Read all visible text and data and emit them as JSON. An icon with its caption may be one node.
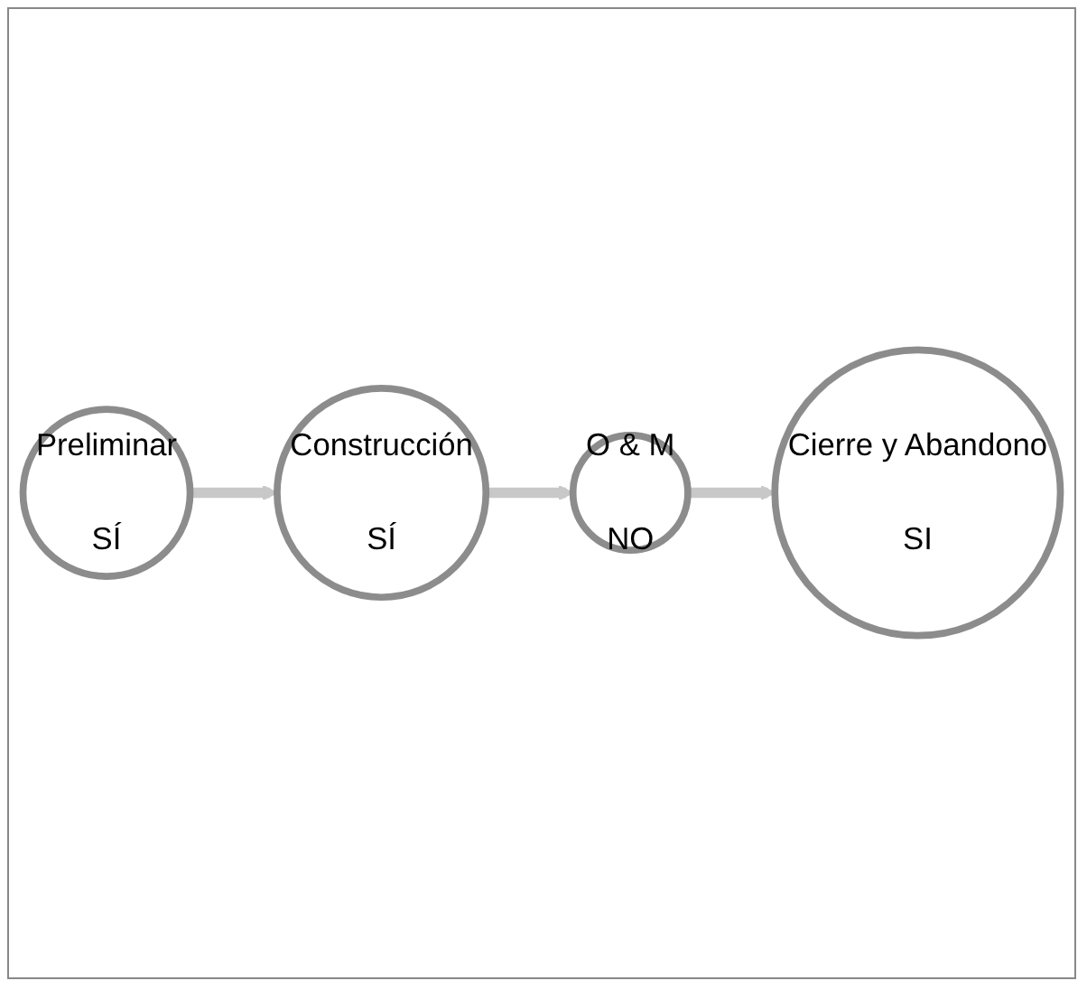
{
  "diagram": {
    "nodes": [
      {
        "text": [
          "Preliminar",
          "SÍ"
        ]
      },
      {
        "text": [
          "Construcción",
          "SÍ"
        ]
      },
      {
        "text": [
          "O & M",
          "NO"
        ]
      },
      {
        "text": [
          "Cierre y Abandono",
          "SI"
        ]
      }
    ],
    "edges": [
      {
        "from": 0,
        "to": 1,
        "arrow": "to"
      },
      {
        "from": 1,
        "to": 2,
        "arrow": "to"
      },
      {
        "from": 2,
        "to": 3,
        "arrow": "to"
      }
    ]
  }
}
